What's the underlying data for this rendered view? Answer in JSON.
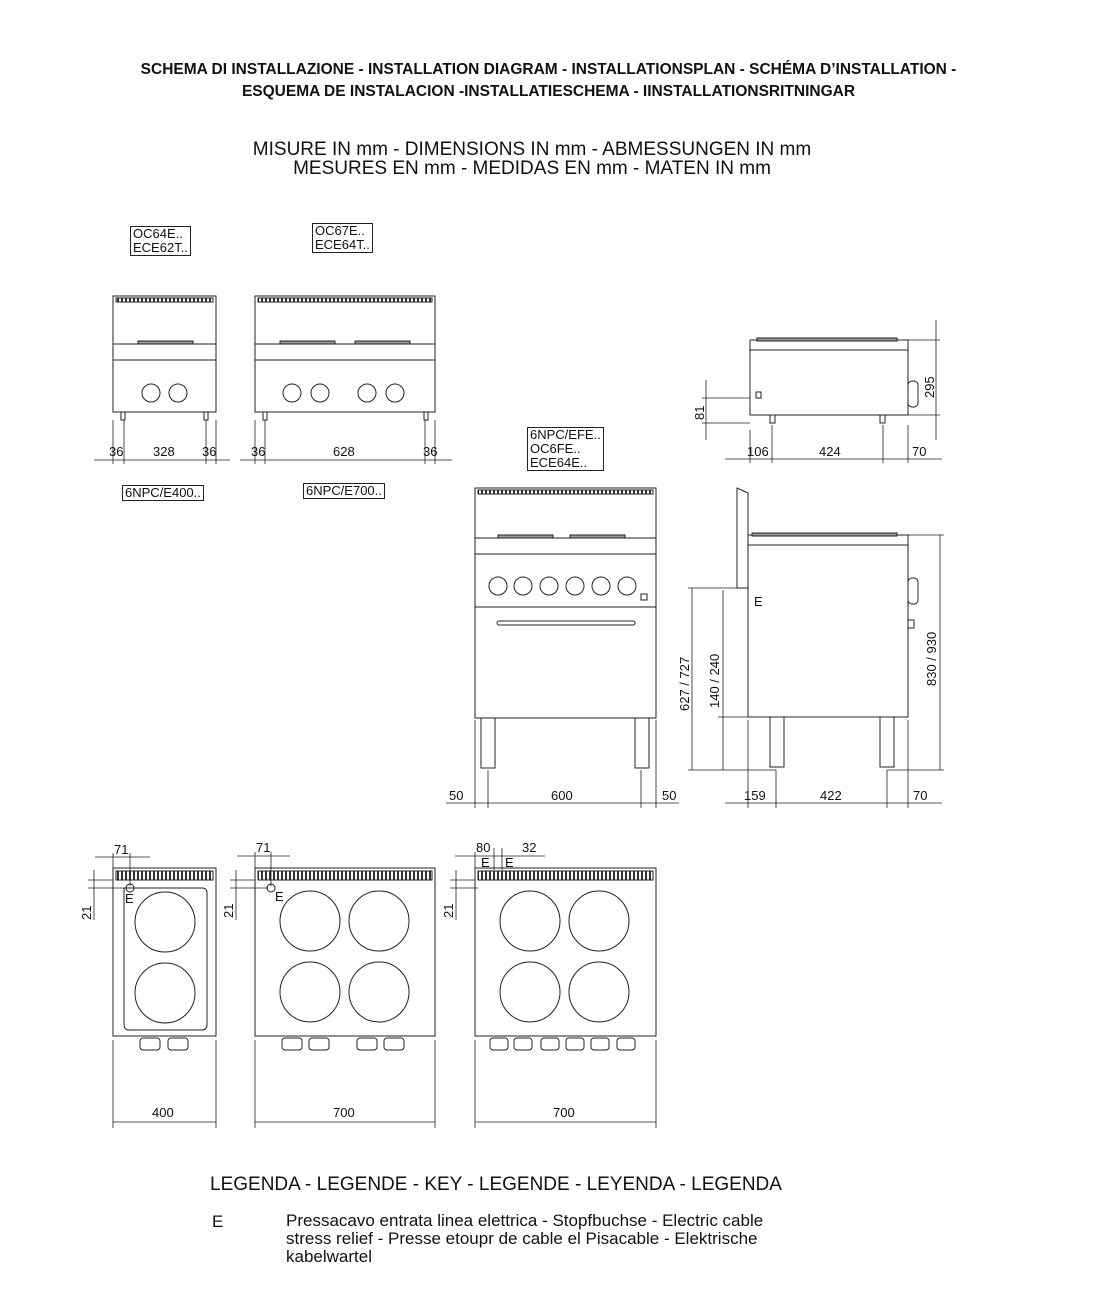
{
  "header": {
    "line1": "SCHEMA DI INSTALLAZIONE - INSTALLATION DIAGRAM - INSTALLATIONSPLAN - SCHÉMA D’INSTALLATION -",
    "line2": "ESQUEMA DE INSTALACION -INSTALLATIESCHEMA - IINSTALLATIONSRITNINGAR"
  },
  "units": {
    "line1": "MISURE IN mm - DIMENSIONS IN mm - ABMESSUNGEN IN mm",
    "line2": "MESURES EN mm - MEDIDAS EN mm - MATEN IN mm"
  },
  "models": {
    "small_top": "OC64E..\nECE62T..",
    "large_top": "OC67E..\nECE64T..",
    "oven": "6NPC/EFE..\nOC6FE..\nECE64E..",
    "small_bottom": "6NPC/E400..",
    "large_bottom": "6NPC/E700.."
  },
  "dims": {
    "a36": "36",
    "a328": "328",
    "a628": "628",
    "s106": "106",
    "s424": "424",
    "s70": "70",
    "s81": "81",
    "s295": "295",
    "o50": "50",
    "o600": "600",
    "h627": "627 / 727",
    "h140": "140 / 240",
    "h830": "830 / 930",
    "r159": "159",
    "r422": "422",
    "p71": "71",
    "p21": "21",
    "p80": "80",
    "p32": "32",
    "w400": "400",
    "w700": "700",
    "e": "E"
  },
  "legend": {
    "title": "LEGENDA - LEGENDE - KEY - LEGENDE - LEYENDA - LEGENDA",
    "key": "E",
    "description": "Pressacavo entrata linea elettrica - Stopfbuchse - Electric cable\n stress relief - Presse etoupr de cable el Pisacable - Elektrische\n kabelwartel"
  }
}
